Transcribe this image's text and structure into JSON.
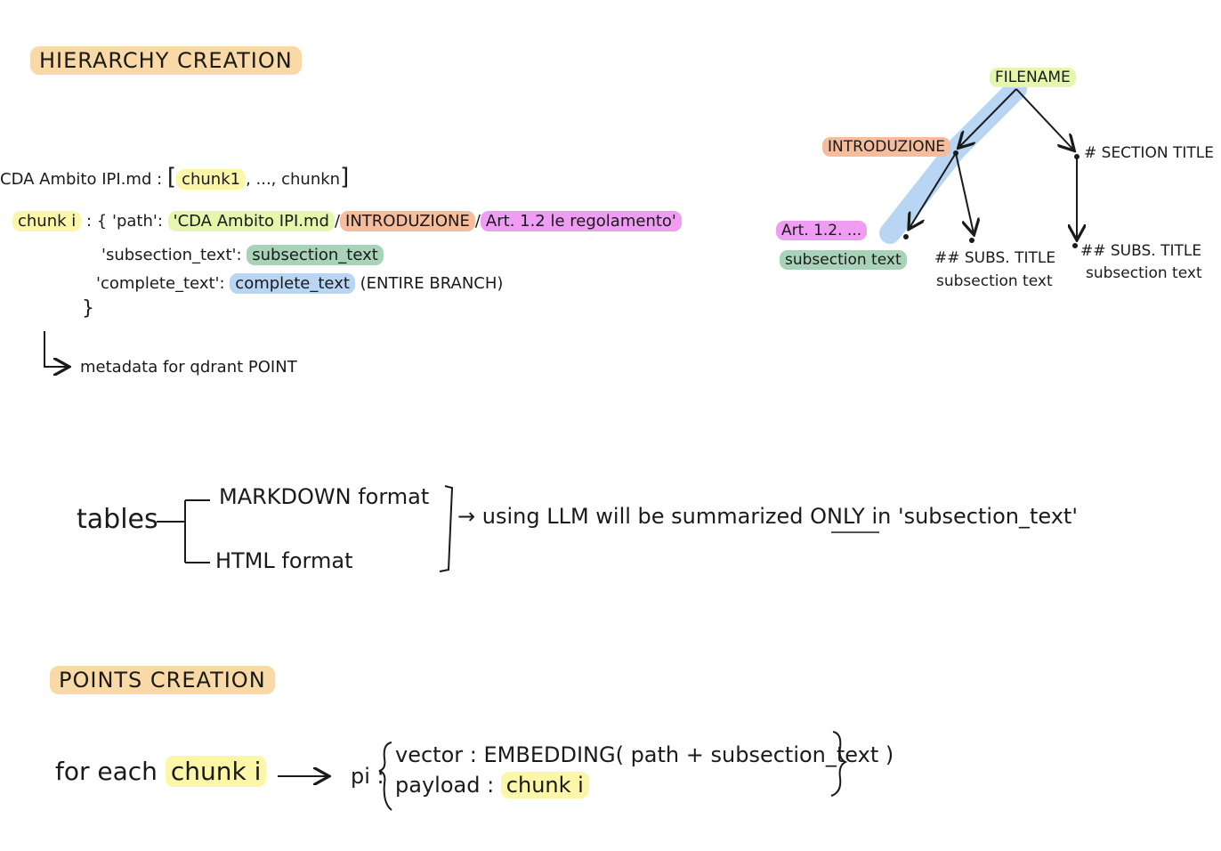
{
  "hierarchy": {
    "title": "HIERARCHY CREATION",
    "file_line": {
      "filename": "CDA Ambito IPI.md",
      "colon": ":",
      "open_bracket": "[",
      "chunk_first": "chunk1",
      "rest": ", ..., chunkn",
      "close_bracket": "]"
    },
    "chunk_def": {
      "chunk": "chunk i",
      "colon_brace": ": {",
      "path_key": "'path':",
      "path_file": "'CDA Ambito IPI.md",
      "path_sep1": "/",
      "path_intro": "INTRODUZIONE",
      "path_sep2": "/",
      "path_art": "Art. 1.2  le regolamento'",
      "subsection_key": "'subsection_text':",
      "subsection_val": "subsection_text",
      "complete_key": "'complete_text':",
      "complete_val": "complete_text",
      "complete_note": "(ENTIRE BRANCH)",
      "close_brace": "}"
    },
    "metadata_note": "metadata for qdrant POINT"
  },
  "tree": {
    "root": "FILENAME",
    "intro": "INTRODUZIONE",
    "section_title": "# SECTION TITLE",
    "art": "Art. 1.2. ...",
    "art_text": "subsection text",
    "subs_title_1": "## SUBS. TITLE",
    "subs_text_1": "subsection text",
    "subs_title_2": "## SUBS. TITLE",
    "subs_text_2": "subsection text"
  },
  "tables": {
    "label": "tables",
    "option_markdown": "MARKDOWN format",
    "option_html": "HTML format",
    "arrow": "→",
    "using": "using LLM will be summarized",
    "only": "ONLY",
    "in_text": "in 'subsection_text'"
  },
  "points": {
    "title": "POINTS CREATION",
    "for_each": "for each",
    "chunk": "chunk i",
    "pi": "pi :",
    "vector_key": "vector :",
    "vector_val": "EMBEDDING( path + subsection_text )",
    "payload_key": "payload :",
    "payload_val": "chunk i"
  },
  "colors": {
    "title_highlight": "#f9d9a6",
    "chunk_highlight": "#fbf6a8",
    "file_highlight": "#e4f7ad",
    "intro_highlight": "#f6bd9c",
    "art_highlight": "#ef9df2",
    "subsection_highlight": "#a8d3b9",
    "complete_highlight": "#b8d6f3"
  }
}
